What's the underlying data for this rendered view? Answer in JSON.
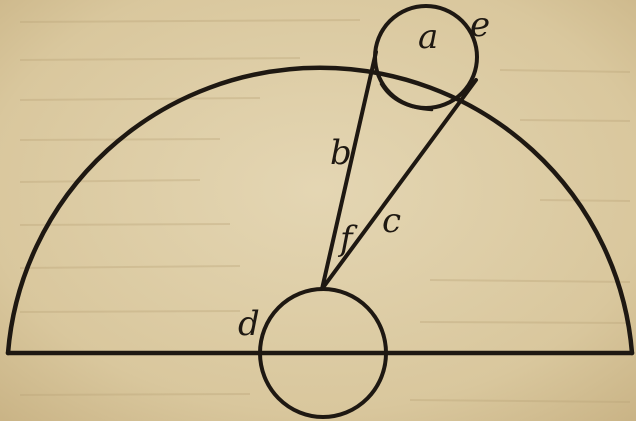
{
  "diagram": {
    "labels": {
      "a": "a",
      "b": "b",
      "c": "c",
      "d": "d",
      "e": "e",
      "f": "f"
    }
  }
}
